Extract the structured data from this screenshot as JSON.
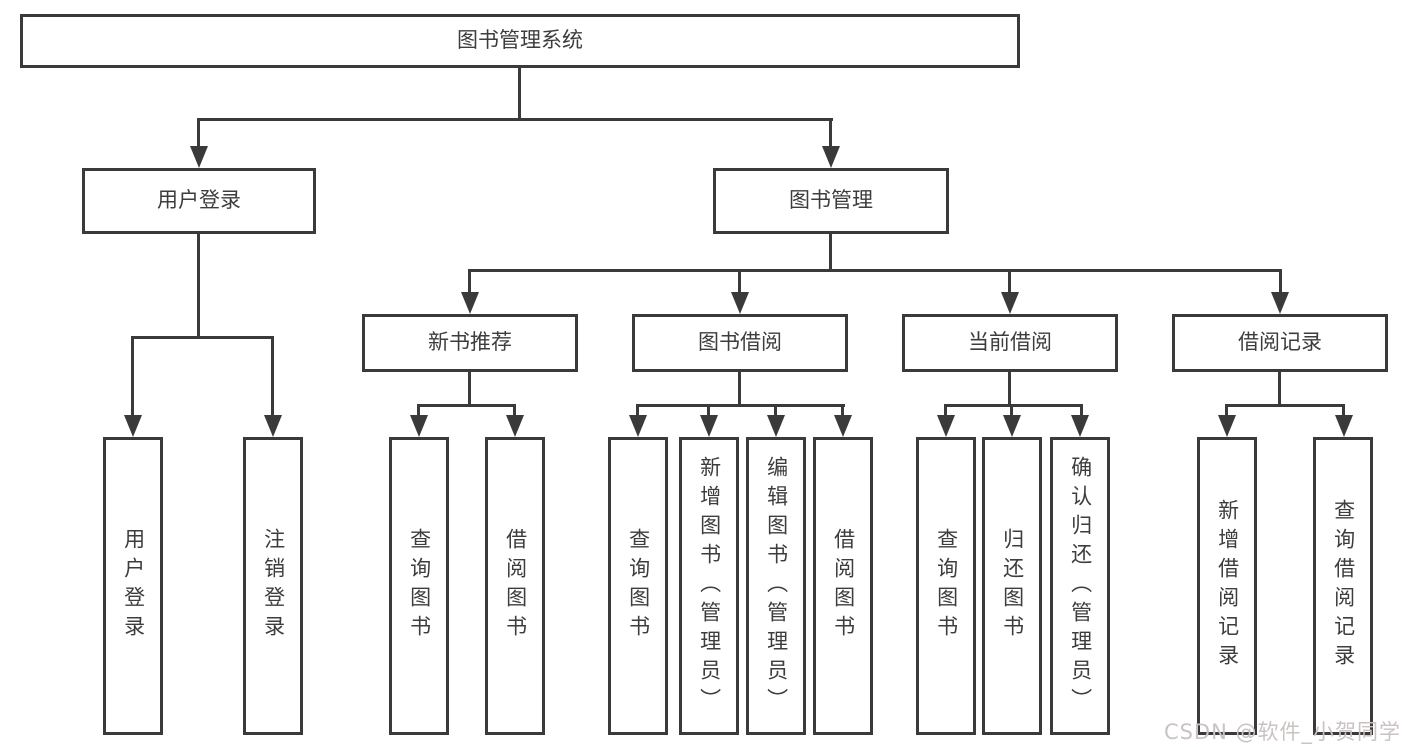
{
  "tree": {
    "root": "图书管理系统",
    "branches": [
      {
        "label": "用户登录",
        "children": [
          "用户登录",
          "注销登录"
        ]
      },
      {
        "label": "图书管理",
        "sections": [
          {
            "label": "新书推荐",
            "children": [
              "查询图书",
              "借阅图书"
            ]
          },
          {
            "label": "图书借阅",
            "children": [
              "查询图书",
              "新增图书（管理员）",
              "编辑图书（管理员）",
              "借阅图书"
            ]
          },
          {
            "label": "当前借阅",
            "children": [
              "查询图书",
              "归还图书",
              "确认归还（管理员）"
            ]
          },
          {
            "label": "借阅记录",
            "children": [
              "新增借阅记录",
              "查询借阅记录"
            ]
          }
        ]
      }
    ]
  },
  "watermark": {
    "text": "CSDN @软件_小贺同学"
  },
  "colors": {
    "line": "#3a3a3a",
    "text": "#3d3d3d",
    "background": "#ffffff",
    "watermark": "#cbc2c2"
  }
}
